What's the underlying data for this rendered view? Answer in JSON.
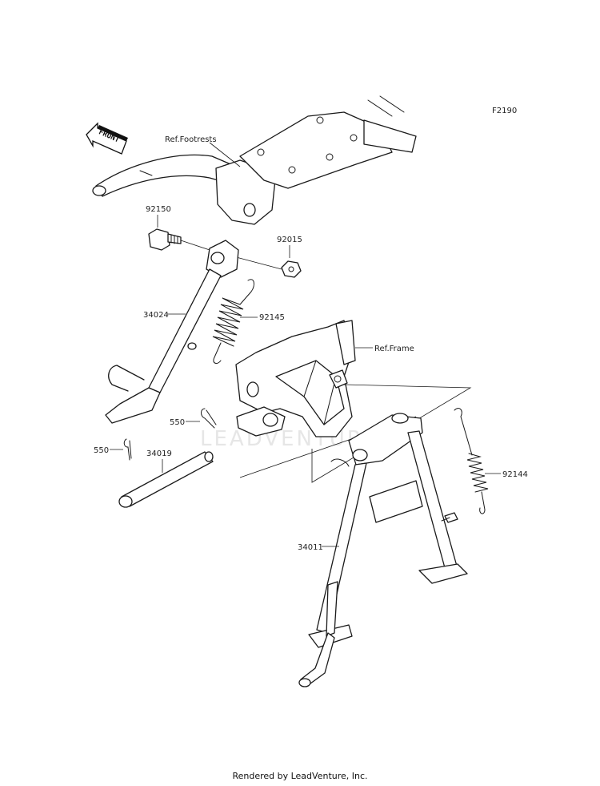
{
  "diagram": {
    "code": "F2190",
    "front_label": "FRONT",
    "watermark": "LEADVENTURE",
    "refs": {
      "footrests": "Ref.Footrests",
      "frame": "Ref.Frame"
    },
    "parts": {
      "bolt": "92150",
      "nut": "92015",
      "side_stand": "34024",
      "side_spring": "92145",
      "cotter_pin_upper": "550",
      "cotter_pin_lower": "550",
      "pin": "34019",
      "main_stand": "34011",
      "main_spring": "92144"
    }
  },
  "footer": "Rendered by LeadVenture, Inc."
}
